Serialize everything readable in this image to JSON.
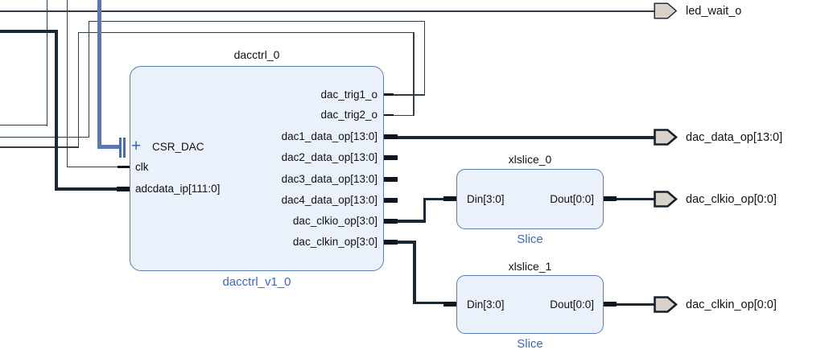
{
  "diagram": {
    "tool_context": "block-design-canvas",
    "blocks": [
      {
        "instance": "dacctrl_0",
        "type_label": "dacctrl_v1_0",
        "left_pins": [
          {
            "label": "CSR_DAC",
            "kind": "interface",
            "expand_glyph": "+"
          },
          {
            "label": "clk",
            "kind": "clock"
          },
          {
            "label": "adcdata_ip[111:0]",
            "kind": "bus"
          }
        ],
        "right_pins": [
          {
            "label": "dac_trig1_o",
            "kind": "single"
          },
          {
            "label": "dac_trig2_o",
            "kind": "single"
          },
          {
            "label": "dac1_data_op[13:0]",
            "kind": "bus"
          },
          {
            "label": "dac2_data_op[13:0]",
            "kind": "bus"
          },
          {
            "label": "dac3_data_op[13:0]",
            "kind": "bus"
          },
          {
            "label": "dac4_data_op[13:0]",
            "kind": "bus"
          },
          {
            "label": "dac_clkio_op[3:0]",
            "kind": "bus"
          },
          {
            "label": "dac_clkin_op[3:0]",
            "kind": "bus"
          }
        ]
      },
      {
        "instance": "xlslice_0",
        "type_label": "Slice",
        "left_pins": [
          {
            "label": "Din[3:0]",
            "kind": "bus"
          }
        ],
        "right_pins": [
          {
            "label": "Dout[0:0]",
            "kind": "bus"
          }
        ]
      },
      {
        "instance": "xlslice_1",
        "type_label": "Slice",
        "left_pins": [
          {
            "label": "Din[3:0]",
            "kind": "bus"
          }
        ],
        "right_pins": [
          {
            "label": "Dout[0:0]",
            "kind": "bus"
          }
        ]
      }
    ],
    "output_ports": [
      {
        "label": "led_wait_o",
        "kind": "single"
      },
      {
        "label": "dac_data_op[13:0]",
        "kind": "bus"
      },
      {
        "label": "dac_clkio_op[0:0]",
        "kind": "bus"
      },
      {
        "label": "dac_clkin_op[0:0]",
        "kind": "bus"
      }
    ],
    "nets": [
      {
        "from": "off-canvas-left",
        "to": "led_wait_o"
      },
      {
        "from": "dacctrl_0.dac_trig1_o",
        "to": "off-canvas-left"
      },
      {
        "from": "dacctrl_0.dac_trig2_o",
        "to": "off-canvas-left"
      },
      {
        "from": "off-canvas-top",
        "to": "off-canvas-left"
      },
      {
        "from": "off-canvas-left",
        "to": "dacctrl_0.adcdata_ip[111:0]"
      },
      {
        "from": "off-canvas-top",
        "to": "dacctrl_0.clk"
      },
      {
        "from": "off-canvas-top",
        "to": "dacctrl_0.CSR_DAC"
      },
      {
        "from": "dacctrl_0.dac1_data_op[13:0]",
        "to": "dac_data_op[13:0]"
      },
      {
        "from": "dacctrl_0.dac_clkio_op[3:0]",
        "to": "xlslice_0.Din[3:0]"
      },
      {
        "from": "dacctrl_0.dac_clkin_op[3:0]",
        "to": "xlslice_1.Din[3:0]"
      },
      {
        "from": "xlslice_0.Dout[0:0]",
        "to": "dac_clkio_op[0:0]"
      },
      {
        "from": "xlslice_1.Dout[0:0]",
        "to": "dac_clkin_op[0:0]"
      }
    ],
    "colors": {
      "background": "#ffffff",
      "block_fill": "#eaf1fb",
      "block_border": "#5a7cae",
      "type_label_blue": "#4168b0",
      "wire_thin": "#333d48",
      "wire_bus": "#1b2836",
      "wire_interface": "#5b79ae",
      "port_fill": "#d9d2c8",
      "port_border": "#17212e",
      "text": "#111111"
    }
  }
}
